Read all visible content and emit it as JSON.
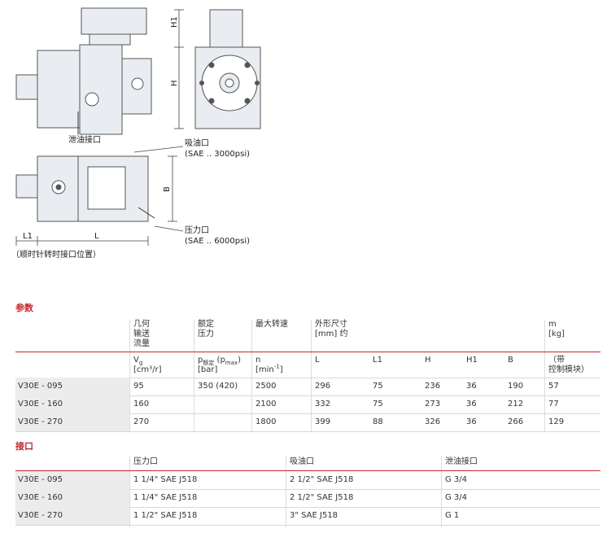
{
  "colors": {
    "accent": "#c1272d",
    "model_bg": "#ececec",
    "drawing_fill": "#e9edf1",
    "drawing_line": "#555555"
  },
  "drawing": {
    "drain_port": "泄油接口",
    "suction_port": "吸油口",
    "suction_spec": "(SAE .. 3000psi)",
    "pressure_port": "压力口",
    "pressure_spec": "(SAE .. 6000psi)",
    "note": "（顺时针转时接口位置）",
    "dim_L1": "L1",
    "dim_L": "L",
    "dim_B": "B",
    "dim_H": "H",
    "dim_H1": "H1"
  },
  "params": {
    "section_title": "参数",
    "headers": [
      "几何\n输送\n流量",
      "额定\n压力",
      "最大转速",
      "外形尺寸\n[mm] 约",
      "m\n[kg]"
    ],
    "units": {
      "vg_symbol": "V",
      "vg_sub": "g",
      "vg_unit": "[cm³/r]",
      "p_symbol": "p",
      "p_sub": "额定",
      "p_max_open": " (p",
      "p_max_sub": "max",
      "p_max_close": ")",
      "p_unit": "[bar]",
      "n_symbol": "n",
      "n_unit_base": "[min",
      "n_unit_sup": "-1",
      "n_unit_end": "]",
      "L": "L",
      "L1": "L1",
      "H": "H",
      "H1": "H1",
      "B": "B",
      "m": "（带\n控制模块）"
    },
    "rows": [
      {
        "model": "V30E - 095",
        "vg": "95",
        "p": "350 (420)",
        "n": "2500",
        "L": "296",
        "L1": "75",
        "H": "236",
        "H1": "36",
        "B": "190",
        "m": "57"
      },
      {
        "model": "V30E - 160",
        "vg": "160",
        "p": "",
        "n": "2100",
        "L": "332",
        "L1": "75",
        "H": "273",
        "H1": "36",
        "B": "212",
        "m": "77"
      },
      {
        "model": "V30E - 270",
        "vg": "270",
        "p": "",
        "n": "1800",
        "L": "399",
        "L1": "88",
        "H": "326",
        "H1": "36",
        "B": "266",
        "m": "129"
      }
    ]
  },
  "ports": {
    "section_title": "接口",
    "headers": [
      "压力口",
      "吸油口",
      "泄油接口"
    ],
    "rows": [
      {
        "model": "V30E - 095",
        "pressure": "1 1/4\" SAE J518",
        "suction": "2 1/2\" SAE J518",
        "drain": "G 3/4"
      },
      {
        "model": "V30E - 160",
        "pressure": "1 1/4\" SAE J518",
        "suction": "2 1/2\" SAE J518",
        "drain": "G 3/4"
      },
      {
        "model": "V30E - 270",
        "pressure": "1 1/2\" SAE J518",
        "suction": "3\" SAE J518",
        "drain": "G 1"
      }
    ]
  }
}
